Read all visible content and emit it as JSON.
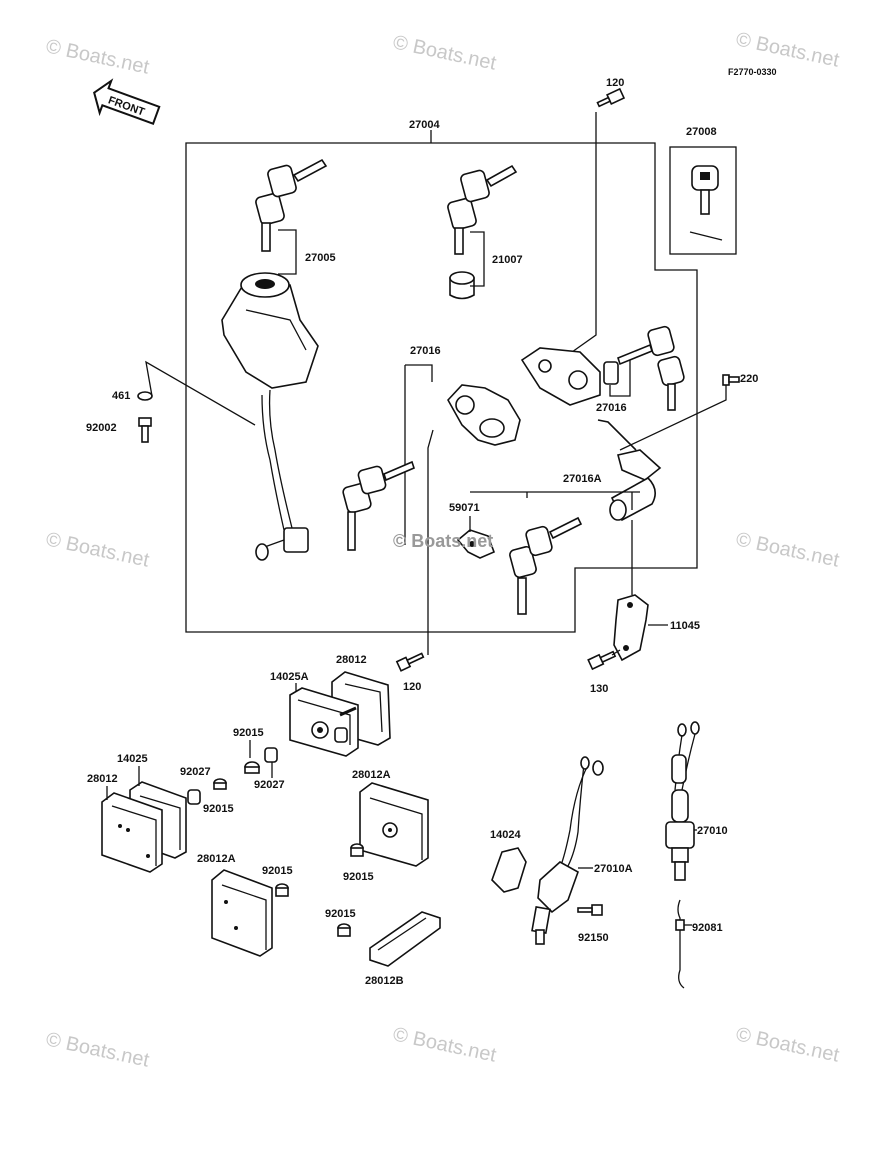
{
  "diagram": {
    "ref_code": "F2770-0330",
    "front_label": "FRONT",
    "watermark": "© Boats.net",
    "labels": {
      "l27004": "27004",
      "l27005": "27005",
      "l21007": "21007",
      "l27008": "27008",
      "l120a": "120",
      "l27016a": "27016",
      "l27016b": "27016",
      "l220": "220",
      "l27016A": "27016A",
      "l59071": "59071",
      "l461": "461",
      "l92002": "92002",
      "l11045": "11045",
      "l120b": "120",
      "l130": "130",
      "l28012a": "28012",
      "l14025A": "14025A",
      "l92015a": "92015",
      "l92027a": "92027",
      "l14025": "14025",
      "l28012b": "28012",
      "l92027b": "92027",
      "l92015b": "92015",
      "l28012Aa": "28012A",
      "l92015c": "92015",
      "l28012Ab": "28012A",
      "l92015d": "92015",
      "l92015e": "92015",
      "l28012B": "28012B",
      "l14024": "14024",
      "l27010A": "27010A",
      "l92150": "92150",
      "l27010": "27010",
      "l92081": "92081"
    }
  }
}
